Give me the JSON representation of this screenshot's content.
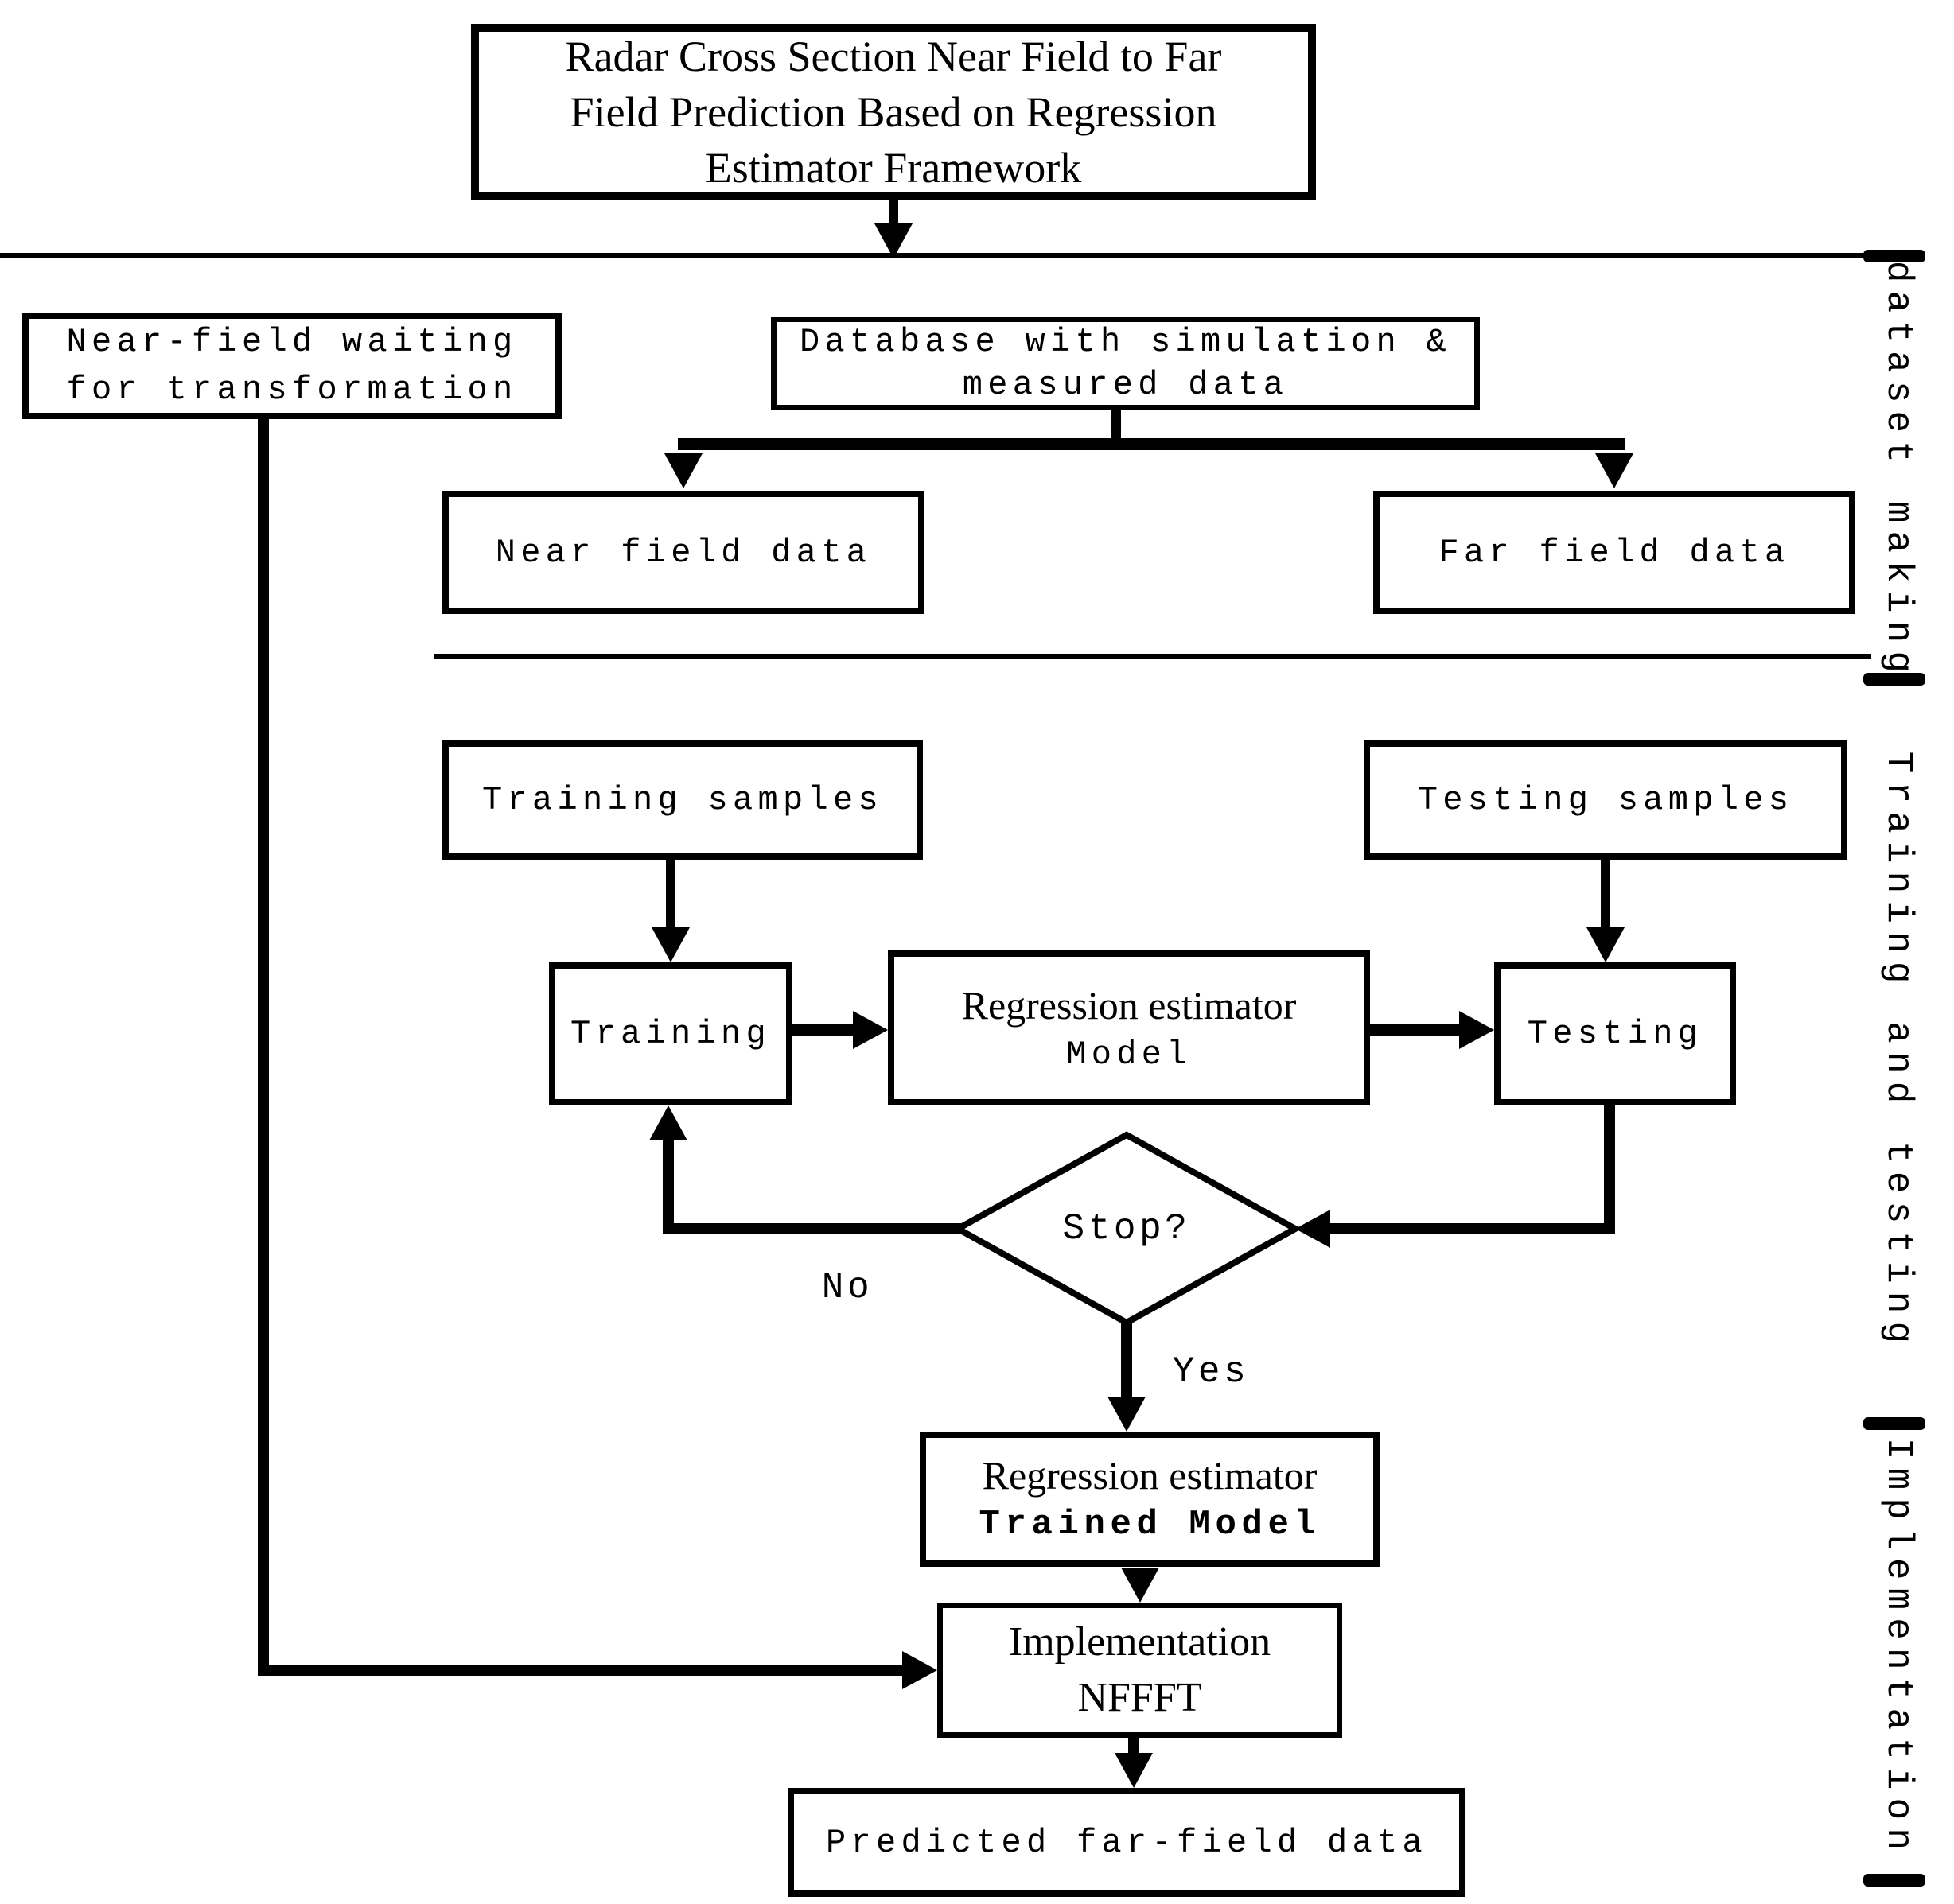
{
  "diagram": {
    "title": {
      "line1": "Radar Cross Section Near Field to Far",
      "line2": "Field Prediction Based on Regression",
      "line3": "Estimator Framework"
    },
    "nodes": {
      "near_field_waiting": {
        "line1": "Near-field waiting",
        "line2": "for transformation"
      },
      "database": {
        "line1": "Database with simulation &",
        "line2": "measured data"
      },
      "near_field_data": {
        "label": "Near field data"
      },
      "far_field_data": {
        "label": "Far field data"
      },
      "training_samples": {
        "label": "Training samples"
      },
      "testing_samples": {
        "label": "Testing samples"
      },
      "training": {
        "label": "Training"
      },
      "regression_model": {
        "line1": "Regression estimator",
        "line2": "Model"
      },
      "testing": {
        "label": "Testing"
      },
      "stop_decision": {
        "label": "Stop?"
      },
      "trained_model": {
        "line1": "Regression estimator",
        "line2": "Trained Model"
      },
      "implementation_nffft": {
        "line1": "Implementation",
        "line2": "NFFFT"
      },
      "predicted": {
        "label": "Predicted far-field data"
      }
    },
    "edge_labels": {
      "no": "No",
      "yes": "Yes"
    },
    "sections": {
      "dataset_making": "dataset making",
      "training_testing": "Training and testing",
      "implementation": "Implementation"
    },
    "colors": {
      "ink": "#000000",
      "background": "#ffffff"
    }
  }
}
